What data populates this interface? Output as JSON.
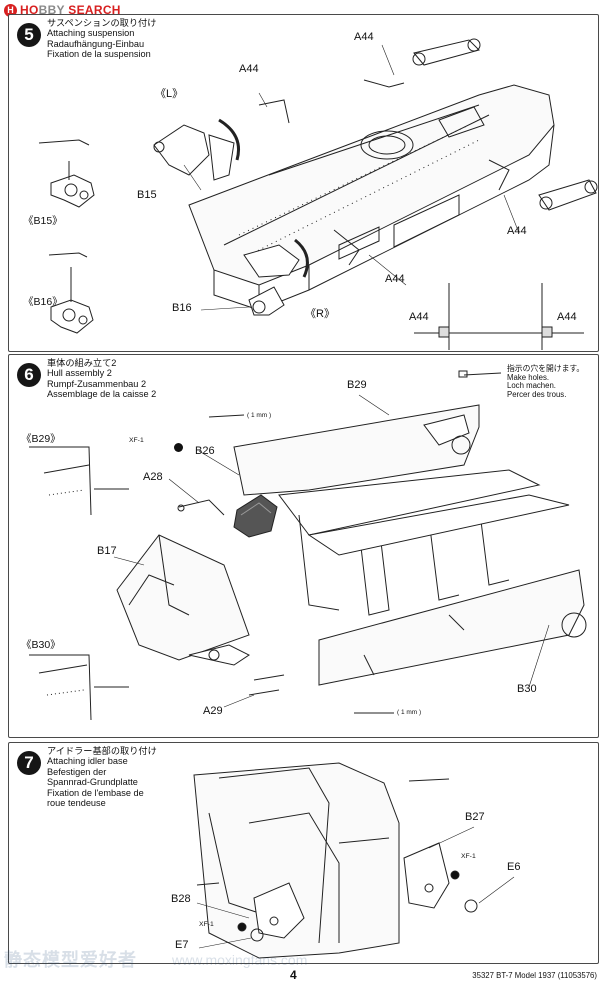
{
  "logo": {
    "text_a": "HO",
    "text_b": "BBY",
    "text_c": "SEARCH"
  },
  "step5": {
    "number": "5",
    "title_ja": "サスペンションの取り付け",
    "title_en": "Attaching suspension",
    "title_de": "Radaufhängung-Einbau",
    "title_fr": "Fixation de la suspension",
    "labels": {
      "a44_1": "A44",
      "a44_2": "A44",
      "a44_3": "A44",
      "a44_4": "A44",
      "b15": "B15",
      "b16": "B16",
      "left": "《L》",
      "right": "《R》",
      "inset_b15": "《B15》",
      "inset_b16": "《B16》",
      "a44_d1": "A44",
      "a44_d2": "A44"
    }
  },
  "step6": {
    "number": "6",
    "title_ja": "車体の組み立て2",
    "title_en": "Hull assembly 2",
    "title_de": "Rumpf-Zusammenbau 2",
    "title_fr": "Assemblage de la caisse 2",
    "note_ja": "指示の穴を開けます。",
    "note_en": "Make holes.",
    "note_de": "Loch machen.",
    "note_fr": "Percer des trous.",
    "labels": {
      "b29": "B29",
      "b26": "B26",
      "a28": "A28",
      "b17": "B17",
      "a29": "A29",
      "b30": "B30",
      "xf1": "XF-1",
      "inset_b29": "《B29》",
      "inset_b30": "《B30》",
      "drill_1": "( 1 mm )",
      "drill_2": "( 1 mm )"
    }
  },
  "step7": {
    "number": "7",
    "title_ja": "アイドラー基部の取り付け",
    "title_en": "Attaching idler base",
    "title_de": "Befestigen der",
    "title_de2": "Spannrad-Grundplatte",
    "title_fr": "Fixation de l'embase de",
    "title_fr2": "roue tendeuse",
    "labels": {
      "b27": "B27",
      "e6": "E6",
      "b28": "B28",
      "e7": "E7",
      "xf1_a": "XF-1",
      "xf1_b": "XF-1"
    }
  },
  "footer": {
    "page": "4",
    "code": "35327  BT-7 Model 1937 (11053576)"
  },
  "watermark": {
    "text": "静态模型爱好者",
    "url": "www.moxingfans.com"
  }
}
